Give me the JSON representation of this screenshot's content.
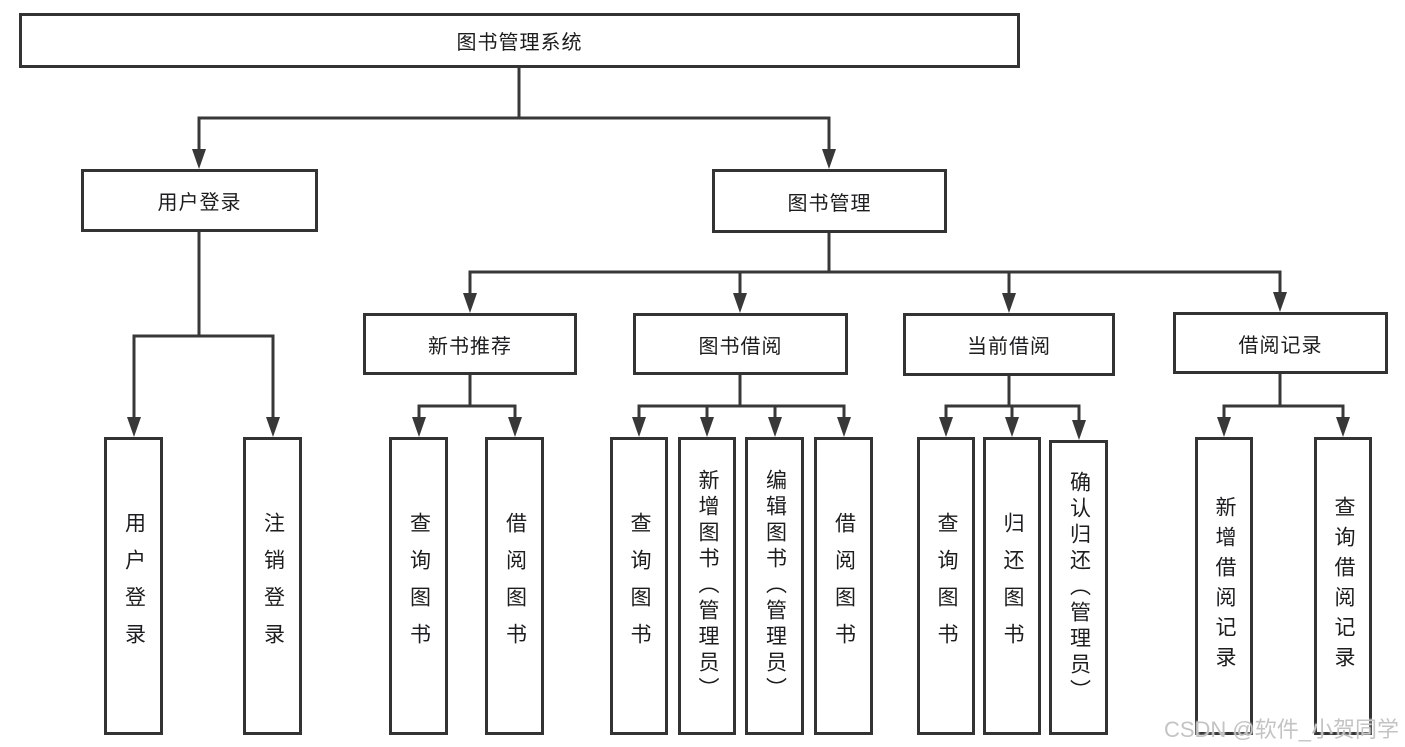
{
  "diagram": {
    "root": "图书管理系统",
    "level2": [
      "用户登录",
      "图书管理"
    ],
    "level3": [
      "新书推荐",
      "图书借阅",
      "当前借阅",
      "借阅记录"
    ],
    "leaves": {
      "user_login": [
        "用户登录",
        "注销登录"
      ],
      "new_book": [
        "查询图书",
        "借阅图书"
      ],
      "book_borrow": [
        "查询图书",
        "新增图书（管理员）",
        "编辑图书（管理员）",
        "借阅图书"
      ],
      "current_borrow": [
        "查询图书",
        "归还图书",
        "确认归还（管理员）"
      ],
      "borrow_record": [
        "新增借阅记录",
        "查询借阅记录"
      ]
    }
  },
  "watermark": "CSDN @软件_小贺同学",
  "colors": {
    "line": "#383838",
    "border": "#333333",
    "text": "#1d1d1f",
    "background": "#ffffff",
    "watermark": "#c4c4c4"
  }
}
